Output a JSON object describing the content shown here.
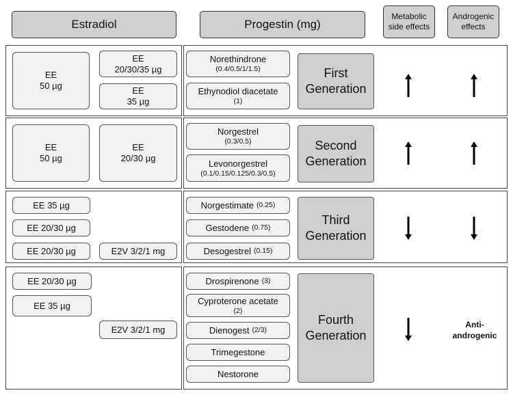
{
  "headers": {
    "estradiol": "Estradiol",
    "progestin": "Progestin (mg)",
    "metabolic": "Metabolic side effects",
    "androgenic": "Androgenic effects"
  },
  "generations": [
    {
      "name": "First Generation",
      "estrogens": [
        {
          "label": "EE",
          "dose": "50 µg"
        },
        {
          "label": "EE",
          "dose": "20/30/35 µg"
        },
        {
          "label": "EE",
          "dose": "35 µg"
        }
      ],
      "progestins": [
        {
          "name": "Norethindrone",
          "dose": "(0.4/0.5/1/1.5)"
        },
        {
          "name": "Ethynodiol diacetate",
          "dose": "(1)"
        }
      ],
      "metabolic": "up",
      "androgenic": "up"
    },
    {
      "name": "Second Generation",
      "estrogens": [
        {
          "label": "EE",
          "dose": "50 µg"
        },
        {
          "label": "EE",
          "dose": "20/30 µg"
        }
      ],
      "progestins": [
        {
          "name": "Norgestrel",
          "dose": "(0.3/0.5)"
        },
        {
          "name": "Levonorgestrel",
          "dose": "(0.1/0.15/0.125/0.3/0.5)"
        }
      ],
      "metabolic": "up",
      "androgenic": "up"
    },
    {
      "name": "Third Generation",
      "estrogens": [
        {
          "label": "EE 35 µg"
        },
        {
          "label": "EE 20/30 µg"
        },
        {
          "label": "EE 20/30 µg"
        },
        {
          "label": "E2V 3/2/1 mg"
        }
      ],
      "progestins": [
        {
          "name": "Norgestimate",
          "dose": "(0.25)"
        },
        {
          "name": "Gestodene",
          "dose": "(0.75)"
        },
        {
          "name": "Desogestrel",
          "dose": "(0.15)"
        }
      ],
      "metabolic": "down",
      "androgenic": "down"
    },
    {
      "name": "Fourth Generation",
      "estrogens": [
        {
          "label": "EE 20/30 µg"
        },
        {
          "label": "EE 35 µg"
        },
        {
          "label": "E2V 3/2/1 mg"
        }
      ],
      "progestins": [
        {
          "name": "Drospirenone",
          "dose": "(3)"
        },
        {
          "name": "Cyproterone acetate",
          "dose": "(2)"
        },
        {
          "name": "Dienogest",
          "dose": "(2/3)"
        },
        {
          "name": "Trimegestone"
        },
        {
          "name": "Nestorone"
        }
      ],
      "metabolic": "down",
      "androgenic_text": "Anti-androgenic"
    }
  ]
}
